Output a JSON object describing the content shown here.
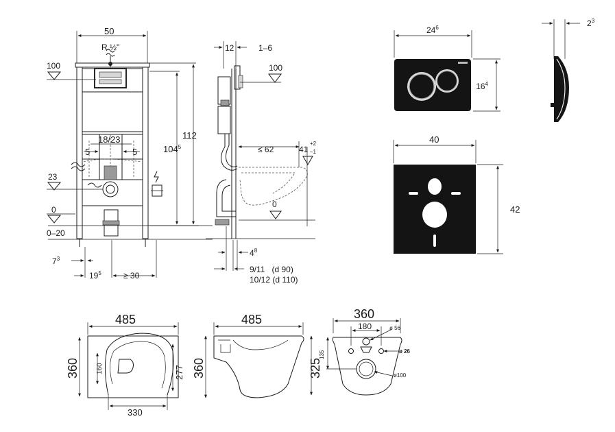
{
  "frame_front": {
    "width": "50",
    "thread": "R ½\"",
    "level_top": "100",
    "height_total": "112",
    "height_inner": "104",
    "height_inner_sup": "5",
    "spacing_center": "18/23",
    "spacing_left": "5",
    "spacing_right": "5",
    "level_inlet": "23",
    "level_floor": "0",
    "floor_range": "0–20",
    "foot_offset": "7",
    "foot_offset_sup": "3",
    "foot_width": "19",
    "foot_width_sup": "5",
    "min_spacing": "≥ 30"
  },
  "frame_side": {
    "depth_top": "12",
    "depth_range": "1–6",
    "level_top": "100",
    "bowl_depth": "≤ 62",
    "bowl_height": "41",
    "bowl_height_sup": "+2",
    "bowl_height_sub": "–1",
    "level_floor": "0",
    "pipe_offset": "4",
    "pipe_offset_sup": "8",
    "pipe_d90": "9/11   (d 90)",
    "pipe_d110": "10/12 (d 110)"
  },
  "flush_plate": {
    "width": "24",
    "width_sup": "6",
    "height": "16",
    "height_sup": "4",
    "depth": "2",
    "depth_sup": "3"
  },
  "sound_pad": {
    "width": "40",
    "height": "42"
  },
  "bowl_top": {
    "length": "485",
    "width": "360",
    "seat_offset": "160",
    "rear_width": "277",
    "base_width": "330"
  },
  "bowl_side": {
    "length": "485",
    "height_rear": "360",
    "height_front": "325"
  },
  "bowl_back": {
    "width": "360",
    "bolt_spacing": "180",
    "inlet_diam": "ø 56",
    "bolt_diam": "ø 26",
    "outlet_diam": "ø100",
    "outlet_height": "135"
  }
}
